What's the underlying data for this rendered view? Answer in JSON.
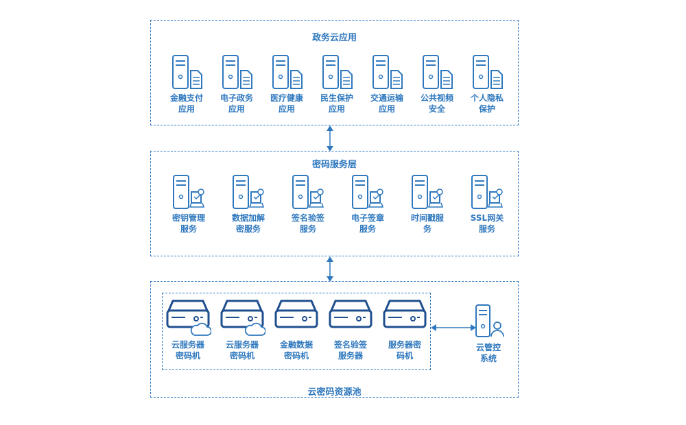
{
  "colors": {
    "accent": "#2f78be",
    "dark": "#1f4f8f"
  },
  "app_layer": {
    "title": "政务云应用",
    "nodes": [
      {
        "label": "金融支付\n应用",
        "icon": "server-document-icon"
      },
      {
        "label": "电子政务\n应用",
        "icon": "server-document-icon"
      },
      {
        "label": "医疗健康\n应用",
        "icon": "server-document-icon"
      },
      {
        "label": "民生保护\n应用",
        "icon": "server-document-icon"
      },
      {
        "label": "交通运输\n应用",
        "icon": "server-document-icon"
      },
      {
        "label": "公共视频\n安全",
        "icon": "server-document-icon"
      },
      {
        "label": "个人隐私\n保护",
        "icon": "server-document-icon"
      }
    ]
  },
  "service_layer": {
    "title": "密码服务层",
    "nodes": [
      {
        "label": "密钥管理\n服务",
        "icon": "server-certificate-icon"
      },
      {
        "label": "数据加解\n密服务",
        "icon": "server-certificate-icon"
      },
      {
        "label": "签名验签\n服务",
        "icon": "server-certificate-icon"
      },
      {
        "label": "电子签章\n服务",
        "icon": "server-certificate-icon"
      },
      {
        "label": "时间戳服\n务",
        "icon": "server-certificate-icon"
      },
      {
        "label": "SSL网关\n服务",
        "icon": "server-certificate-icon"
      }
    ]
  },
  "pool_layer": {
    "title": "云密码资源池",
    "devices": [
      {
        "label": "云服务器\n密码机",
        "icon": "cloud-hsm-icon"
      },
      {
        "label": "云服务器\n密码机",
        "icon": "cloud-hsm-icon"
      },
      {
        "label": "金融数据\n密码机",
        "icon": "hsm-device-icon"
      },
      {
        "label": "签名验签\n服务器",
        "icon": "hsm-device-icon"
      },
      {
        "label": "服务器密\n码机",
        "icon": "hsm-device-icon"
      }
    ],
    "management": {
      "label": "云管控\n系统",
      "icon": "server-user-icon"
    }
  }
}
